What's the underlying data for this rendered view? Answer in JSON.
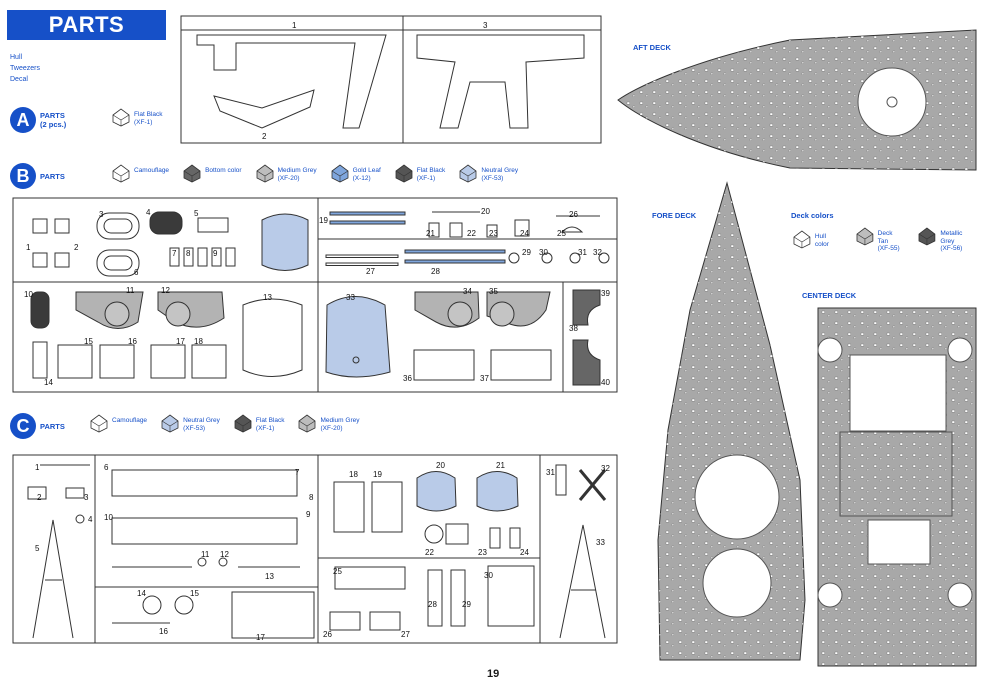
{
  "header": {
    "title": "PARTS"
  },
  "hardware": [
    "Hull",
    "Tweezers",
    "Decal"
  ],
  "section_a": {
    "letter": "A",
    "label": "PARTS",
    "qty": "(2 pcs.)",
    "swatches": [
      {
        "name": "Flat Black",
        "code": "(XF-1)",
        "color": "#ffffff"
      }
    ],
    "part_numbers": [
      "1",
      "2",
      "3"
    ]
  },
  "section_b": {
    "letter": "B",
    "label": "PARTS",
    "swatches": [
      {
        "name": "Camouflage",
        "code": "",
        "color": "#ffffff"
      },
      {
        "name": "Bottom color",
        "code": "",
        "color": "#666666"
      },
      {
        "name": "Medium Grey",
        "code": "(XF-20)",
        "color": "#bdbdbd"
      },
      {
        "name": "Gold Leaf",
        "code": "(X-12)",
        "color": "#7fa6dd"
      },
      {
        "name": "Flat Black",
        "code": "(XF-1)",
        "color": "#555555"
      },
      {
        "name": "Neutral Grey",
        "code": "(XF-53)",
        "color": "#b9cbe8"
      }
    ],
    "part_numbers": [
      "1",
      "2",
      "3",
      "4",
      "5",
      "6",
      "7",
      "8",
      "9",
      "10",
      "11",
      "12",
      "13",
      "14",
      "15",
      "16",
      "17",
      "18",
      "19",
      "20",
      "21",
      "22",
      "23",
      "24",
      "25",
      "26",
      "27",
      "28",
      "29",
      "30",
      "31",
      "32",
      "33",
      "34",
      "35",
      "36",
      "37",
      "38",
      "39",
      "40"
    ]
  },
  "section_c": {
    "letter": "C",
    "label": "PARTS",
    "swatches": [
      {
        "name": "Camouflage",
        "code": "",
        "color": "#ffffff"
      },
      {
        "name": "Neutral Grey",
        "code": "(XF-53)",
        "color": "#b9cbe8"
      },
      {
        "name": "Flat Black",
        "code": "(XF-1)",
        "color": "#555555"
      },
      {
        "name": "Medium Grey",
        "code": "(XF-20)",
        "color": "#bdbdbd"
      }
    ],
    "part_numbers": [
      "1",
      "2",
      "3",
      "4",
      "5",
      "6",
      "7",
      "8",
      "9",
      "10",
      "11",
      "12",
      "13",
      "14",
      "15",
      "16",
      "17",
      "18",
      "19",
      "20",
      "21",
      "22",
      "23",
      "24",
      "25",
      "26",
      "27",
      "28",
      "29",
      "30",
      "31",
      "32",
      "33"
    ]
  },
  "decks": {
    "aft": "AFT DECK",
    "fore": "FORE DECK",
    "center": "CENTER DECK",
    "colors_title": "Deck colors",
    "swatches": [
      {
        "name": "Hull color",
        "code": "",
        "color": "#ffffff"
      },
      {
        "name": "Deck Tan",
        "code": "(XF-55)",
        "color": "#bdbdbd"
      },
      {
        "name": "Metallic Grey",
        "code": "(XF-56)",
        "color": "#555555"
      }
    ]
  },
  "page": {
    "number": "19"
  },
  "colors": {
    "accent": "#1650c8",
    "deck_grey": "#a8a8a8",
    "frame": "#333333"
  }
}
